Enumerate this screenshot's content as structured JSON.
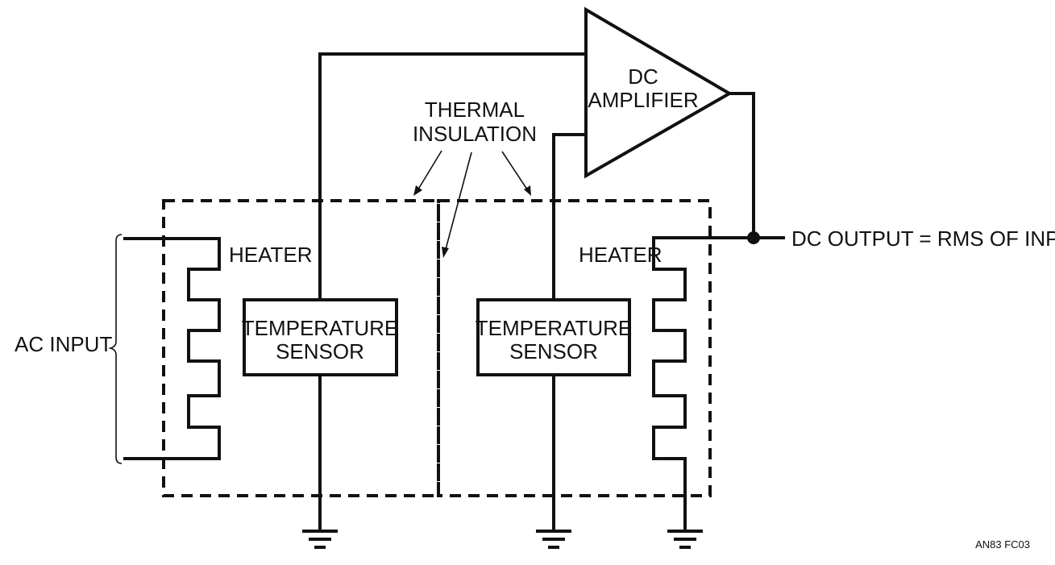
{
  "diagram": {
    "labels": {
      "dc_amplifier_line1": "DC",
      "dc_amplifier_line2": "AMPLIFIER",
      "thermal_insulation_line1": "THERMAL",
      "thermal_insulation_line2": "INSULATION",
      "heater_left": "HEATER",
      "heater_right": "HEATER",
      "sensor_left_line1": "TEMPERATURE",
      "sensor_left_line2": "SENSOR",
      "sensor_right_line1": "TEMPERATURE",
      "sensor_right_line2": "SENSOR",
      "ac_input": "AC INPUT",
      "dc_output": "DC OUTPUT = RMS OF INPUT",
      "figure_code": "AN83 FC03"
    }
  }
}
